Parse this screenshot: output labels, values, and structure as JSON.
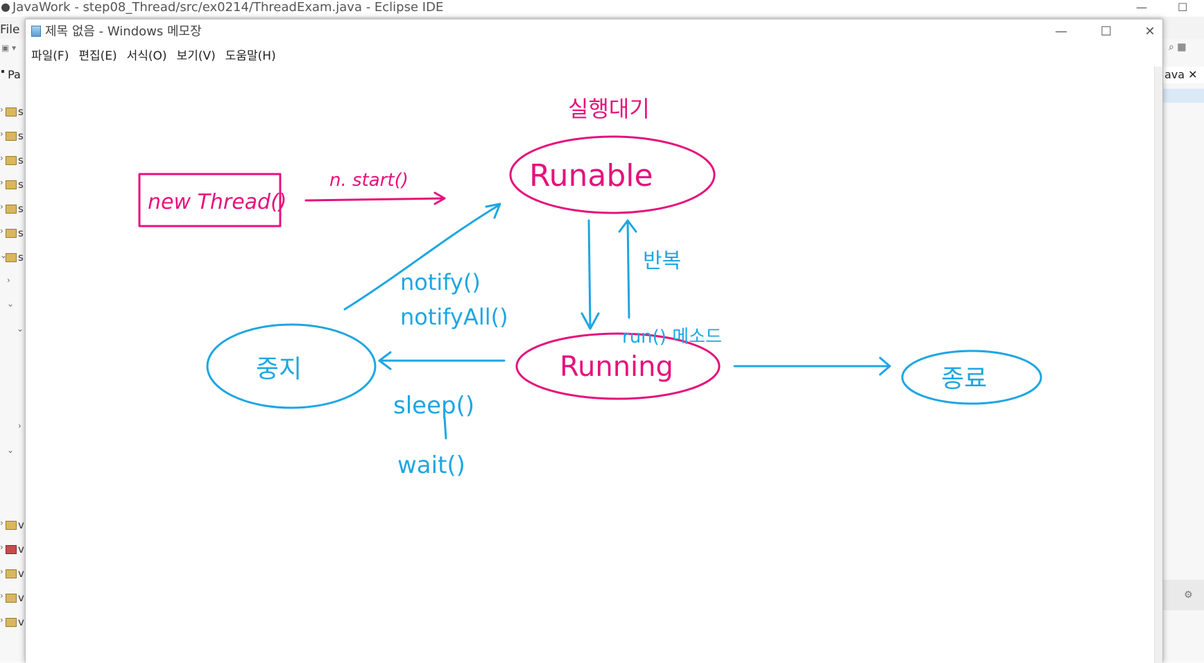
{
  "eclipse": {
    "title": "JavaWork - step08_Thread/src/ex0214/ThreadExam.java - Eclipse IDE",
    "menu_file": "File",
    "package_tab": "Pa",
    "tree_rows": [
      "s",
      "s",
      "s",
      "s",
      "s",
      "s",
      "s",
      "v",
      "v",
      "v",
      "v",
      "v"
    ],
    "right_tab": "ava",
    "min_label": "—",
    "max_label": "☐"
  },
  "notepad": {
    "title": "제목 없음 - Windows 메모장",
    "menu": [
      "파일(F)",
      "편집(E)",
      "서식(O)",
      "보기(V)",
      "도움말(H)"
    ],
    "window_buttons": {
      "minimize": "—",
      "maximize": "☐",
      "close": "✕"
    }
  },
  "drawing": {
    "new_thread": "new Thread()",
    "start_call": "n. start()",
    "runnable": "Runable",
    "runnable_wait": "실행대기",
    "running": "Running",
    "run_method": "run() 메소드",
    "repeat": "반복",
    "notify": "notify()",
    "notify_all": "notifyAll()",
    "stopped": "중지",
    "sleep": "sleep()",
    "wait": "wait()",
    "terminated": "종료",
    "colors": {
      "pink": "#e6117c",
      "blue": "#1ea6e2"
    }
  }
}
